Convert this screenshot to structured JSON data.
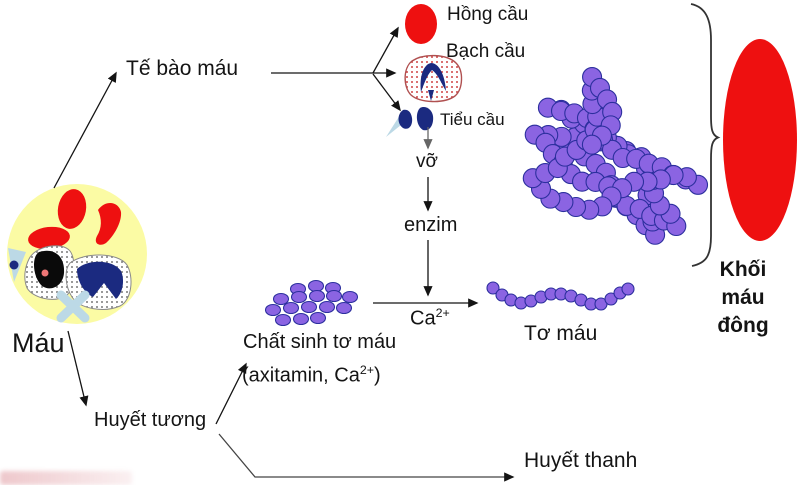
{
  "diagram": {
    "title_hint": "Blood coagulation scheme (Vietnamese biology diagram)",
    "labels": {
      "mau": "Máu",
      "te_bao_mau": "Tế bào máu",
      "hong_cau": "Hồng cầu",
      "bach_cau": "Bạch cầu",
      "tieu_cau": "Tiểu cầu",
      "vo": "vỡ",
      "enzim": "enzim",
      "ca_base": "Ca",
      "ca_sup": "2+",
      "chat_sinh_to_mau": "Chất sinh tơ máu",
      "axitamin_prefix": "(axitamin, Ca",
      "axitamin_sup": "2+",
      "axitamin_suffix": ")",
      "to_mau": "Tơ máu",
      "huyet_tuong": "Huyết tương",
      "huyet_thanh": "Huyết thanh",
      "khoi_mau_dong_line1": "Khối",
      "khoi_mau_dong_line2": "máu",
      "khoi_mau_dong_line3": "đông"
    },
    "colors": {
      "bead_purple": "#8b64e2",
      "bead_border": "#2c2f9e",
      "red": "#ee1010",
      "plasma_yellow": "#fbfba4",
      "navy": "#1b2a80",
      "light_blue": "#bcd9e6",
      "arrow_black": "#141414",
      "arrow_gray": "#666666"
    }
  }
}
